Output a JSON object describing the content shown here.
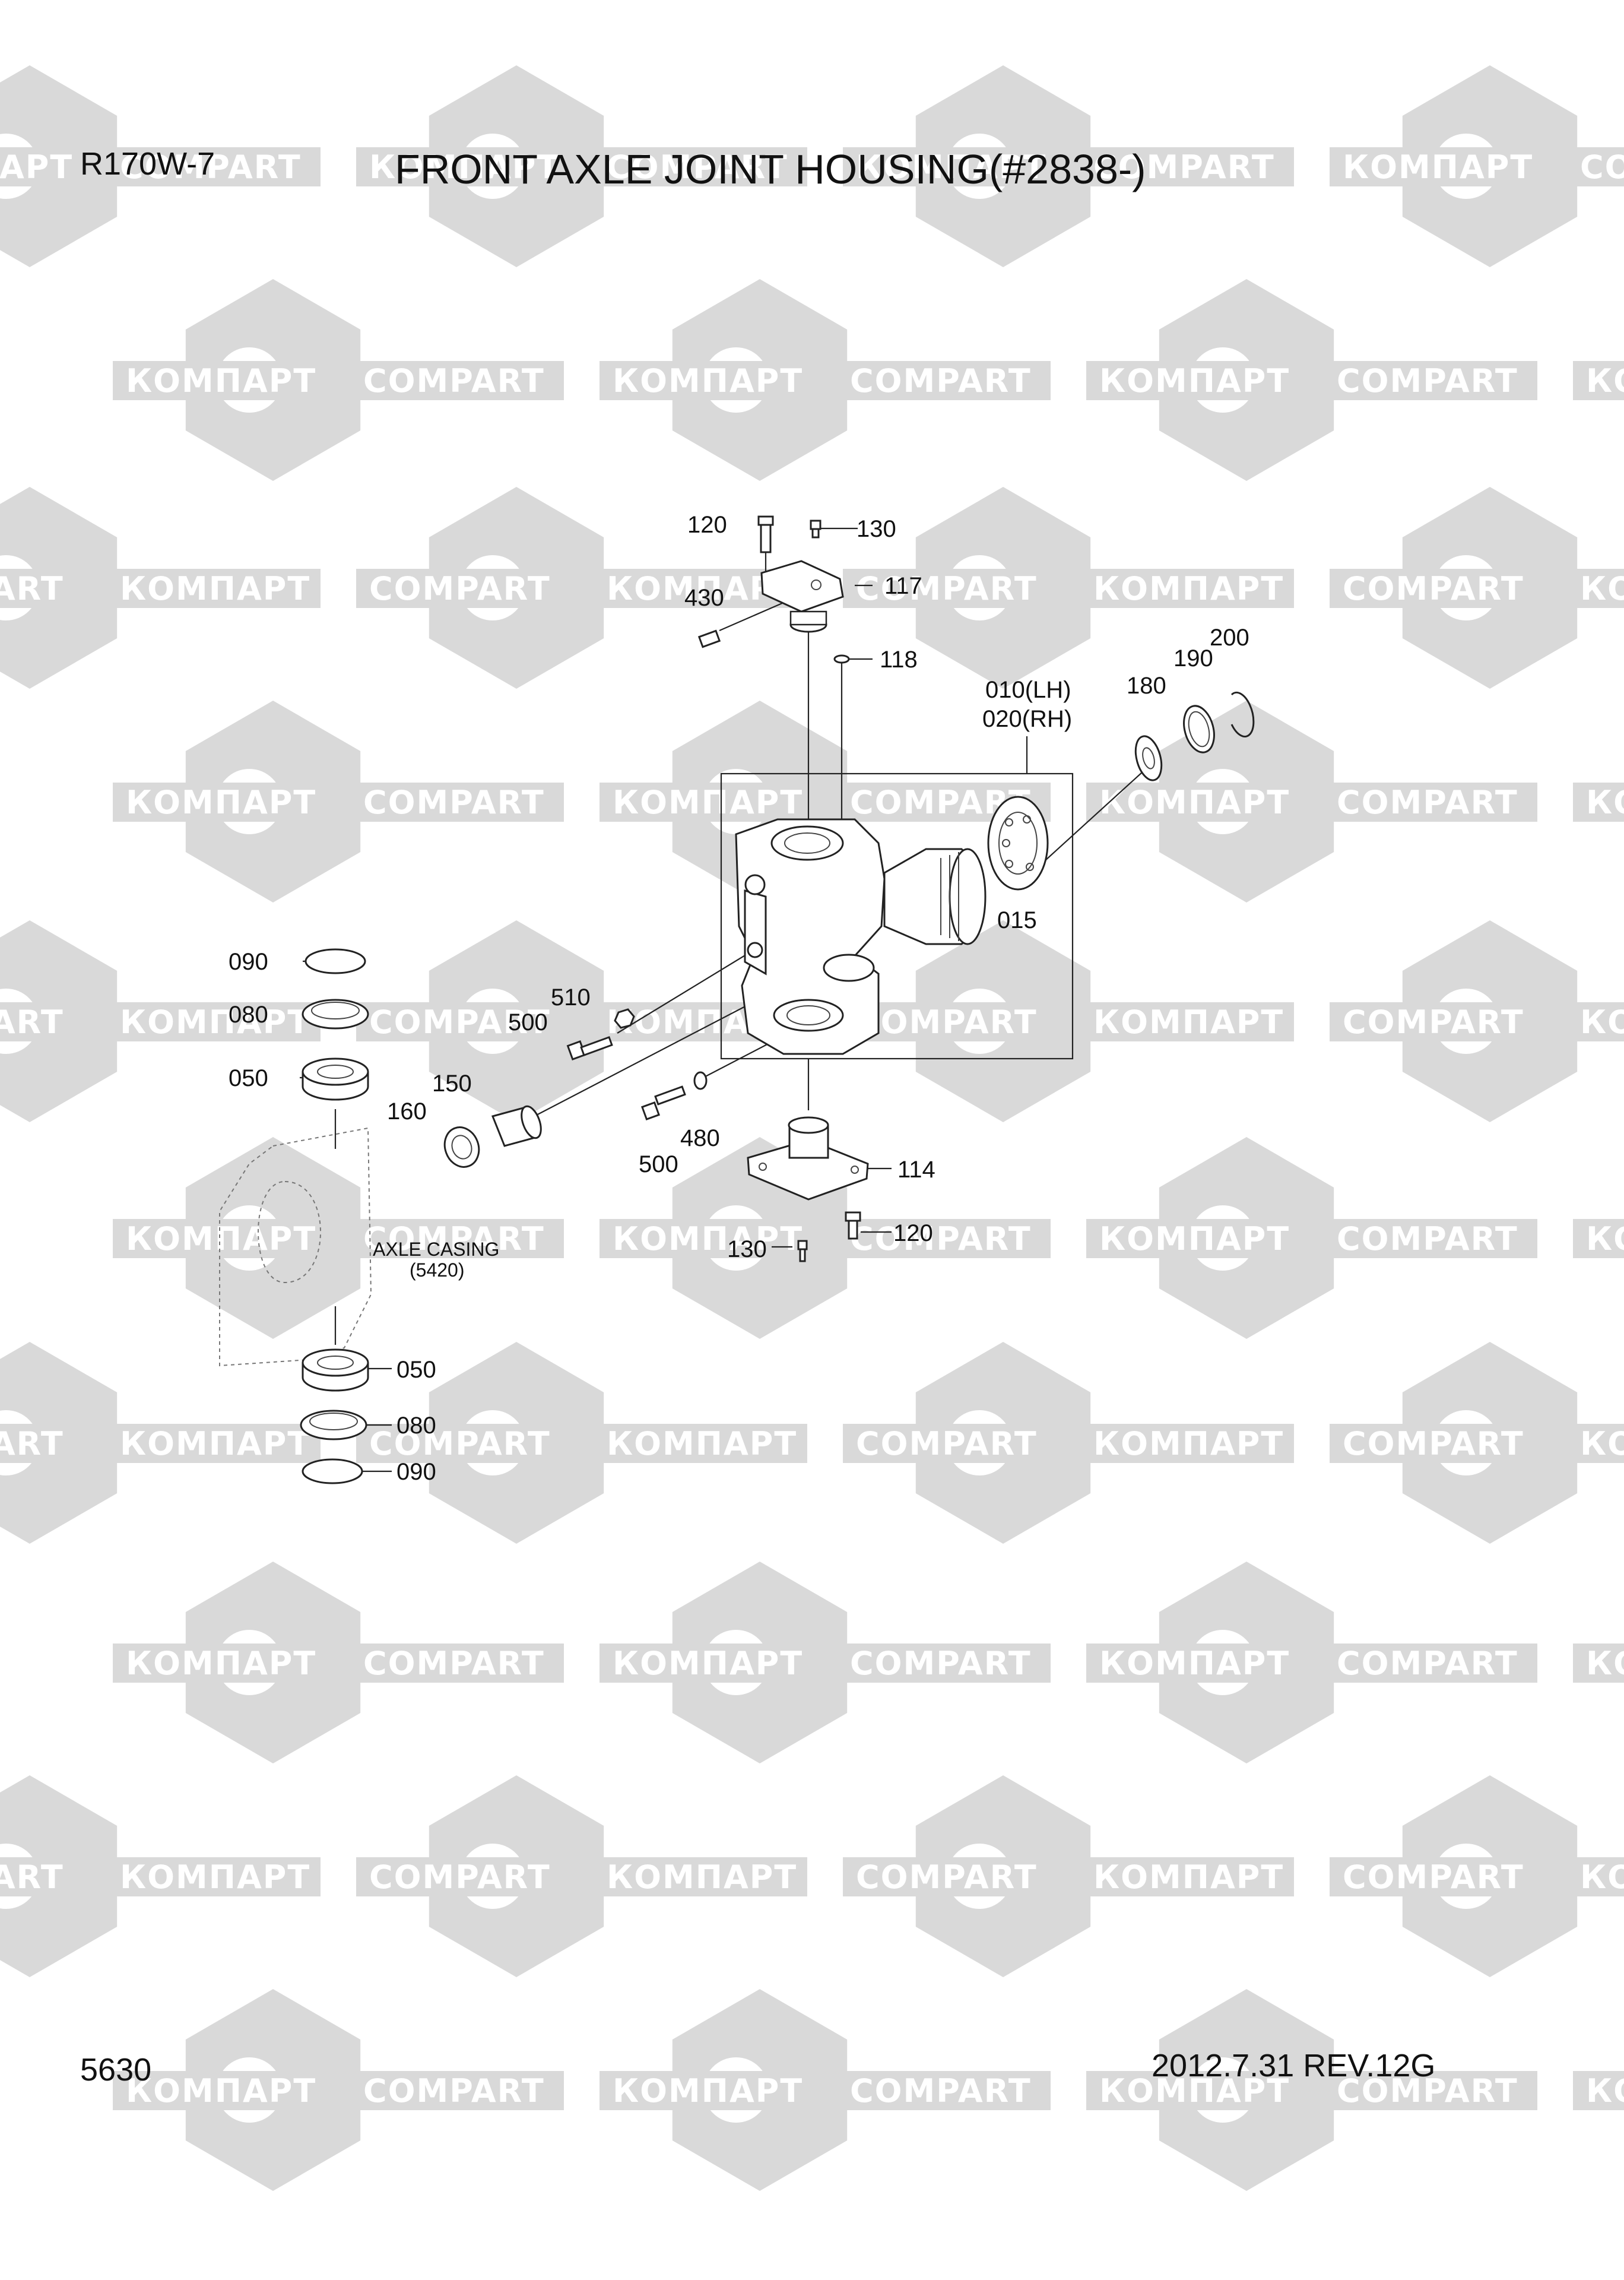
{
  "header": {
    "model": "R170W-7",
    "title": "FRONT AXLE JOINT HOUSING(#2838-)"
  },
  "footer": {
    "page_number": "5630",
    "revision": "2012.7.31  REV.12G"
  },
  "watermark": {
    "texts": [
      "КОМПАРТ",
      "COMPART"
    ],
    "color": "#d9d9d9"
  },
  "callouts": {
    "p120_top": "120",
    "p130_top": "130",
    "p117": "117",
    "p430": "430",
    "p118": "118",
    "p010": "010(LH)",
    "p020": "020(RH)",
    "p180": "180",
    "p190": "190",
    "p200": "200",
    "p015": "015",
    "p090_top": "090",
    "p080_top": "080",
    "p050_top": "050",
    "p510": "510",
    "p500_left": "500",
    "p150": "150",
    "p160": "160",
    "p500_bottom": "500",
    "p480": "480",
    "p114": "114",
    "p120_bottom": "120",
    "p130_bottom": "130",
    "p050_bottom": "050",
    "p080_bottom": "080",
    "p090_bottom": "090"
  },
  "reference": {
    "axle_casing": "AXLE CASING",
    "axle_casing_ref": "(5420)"
  }
}
